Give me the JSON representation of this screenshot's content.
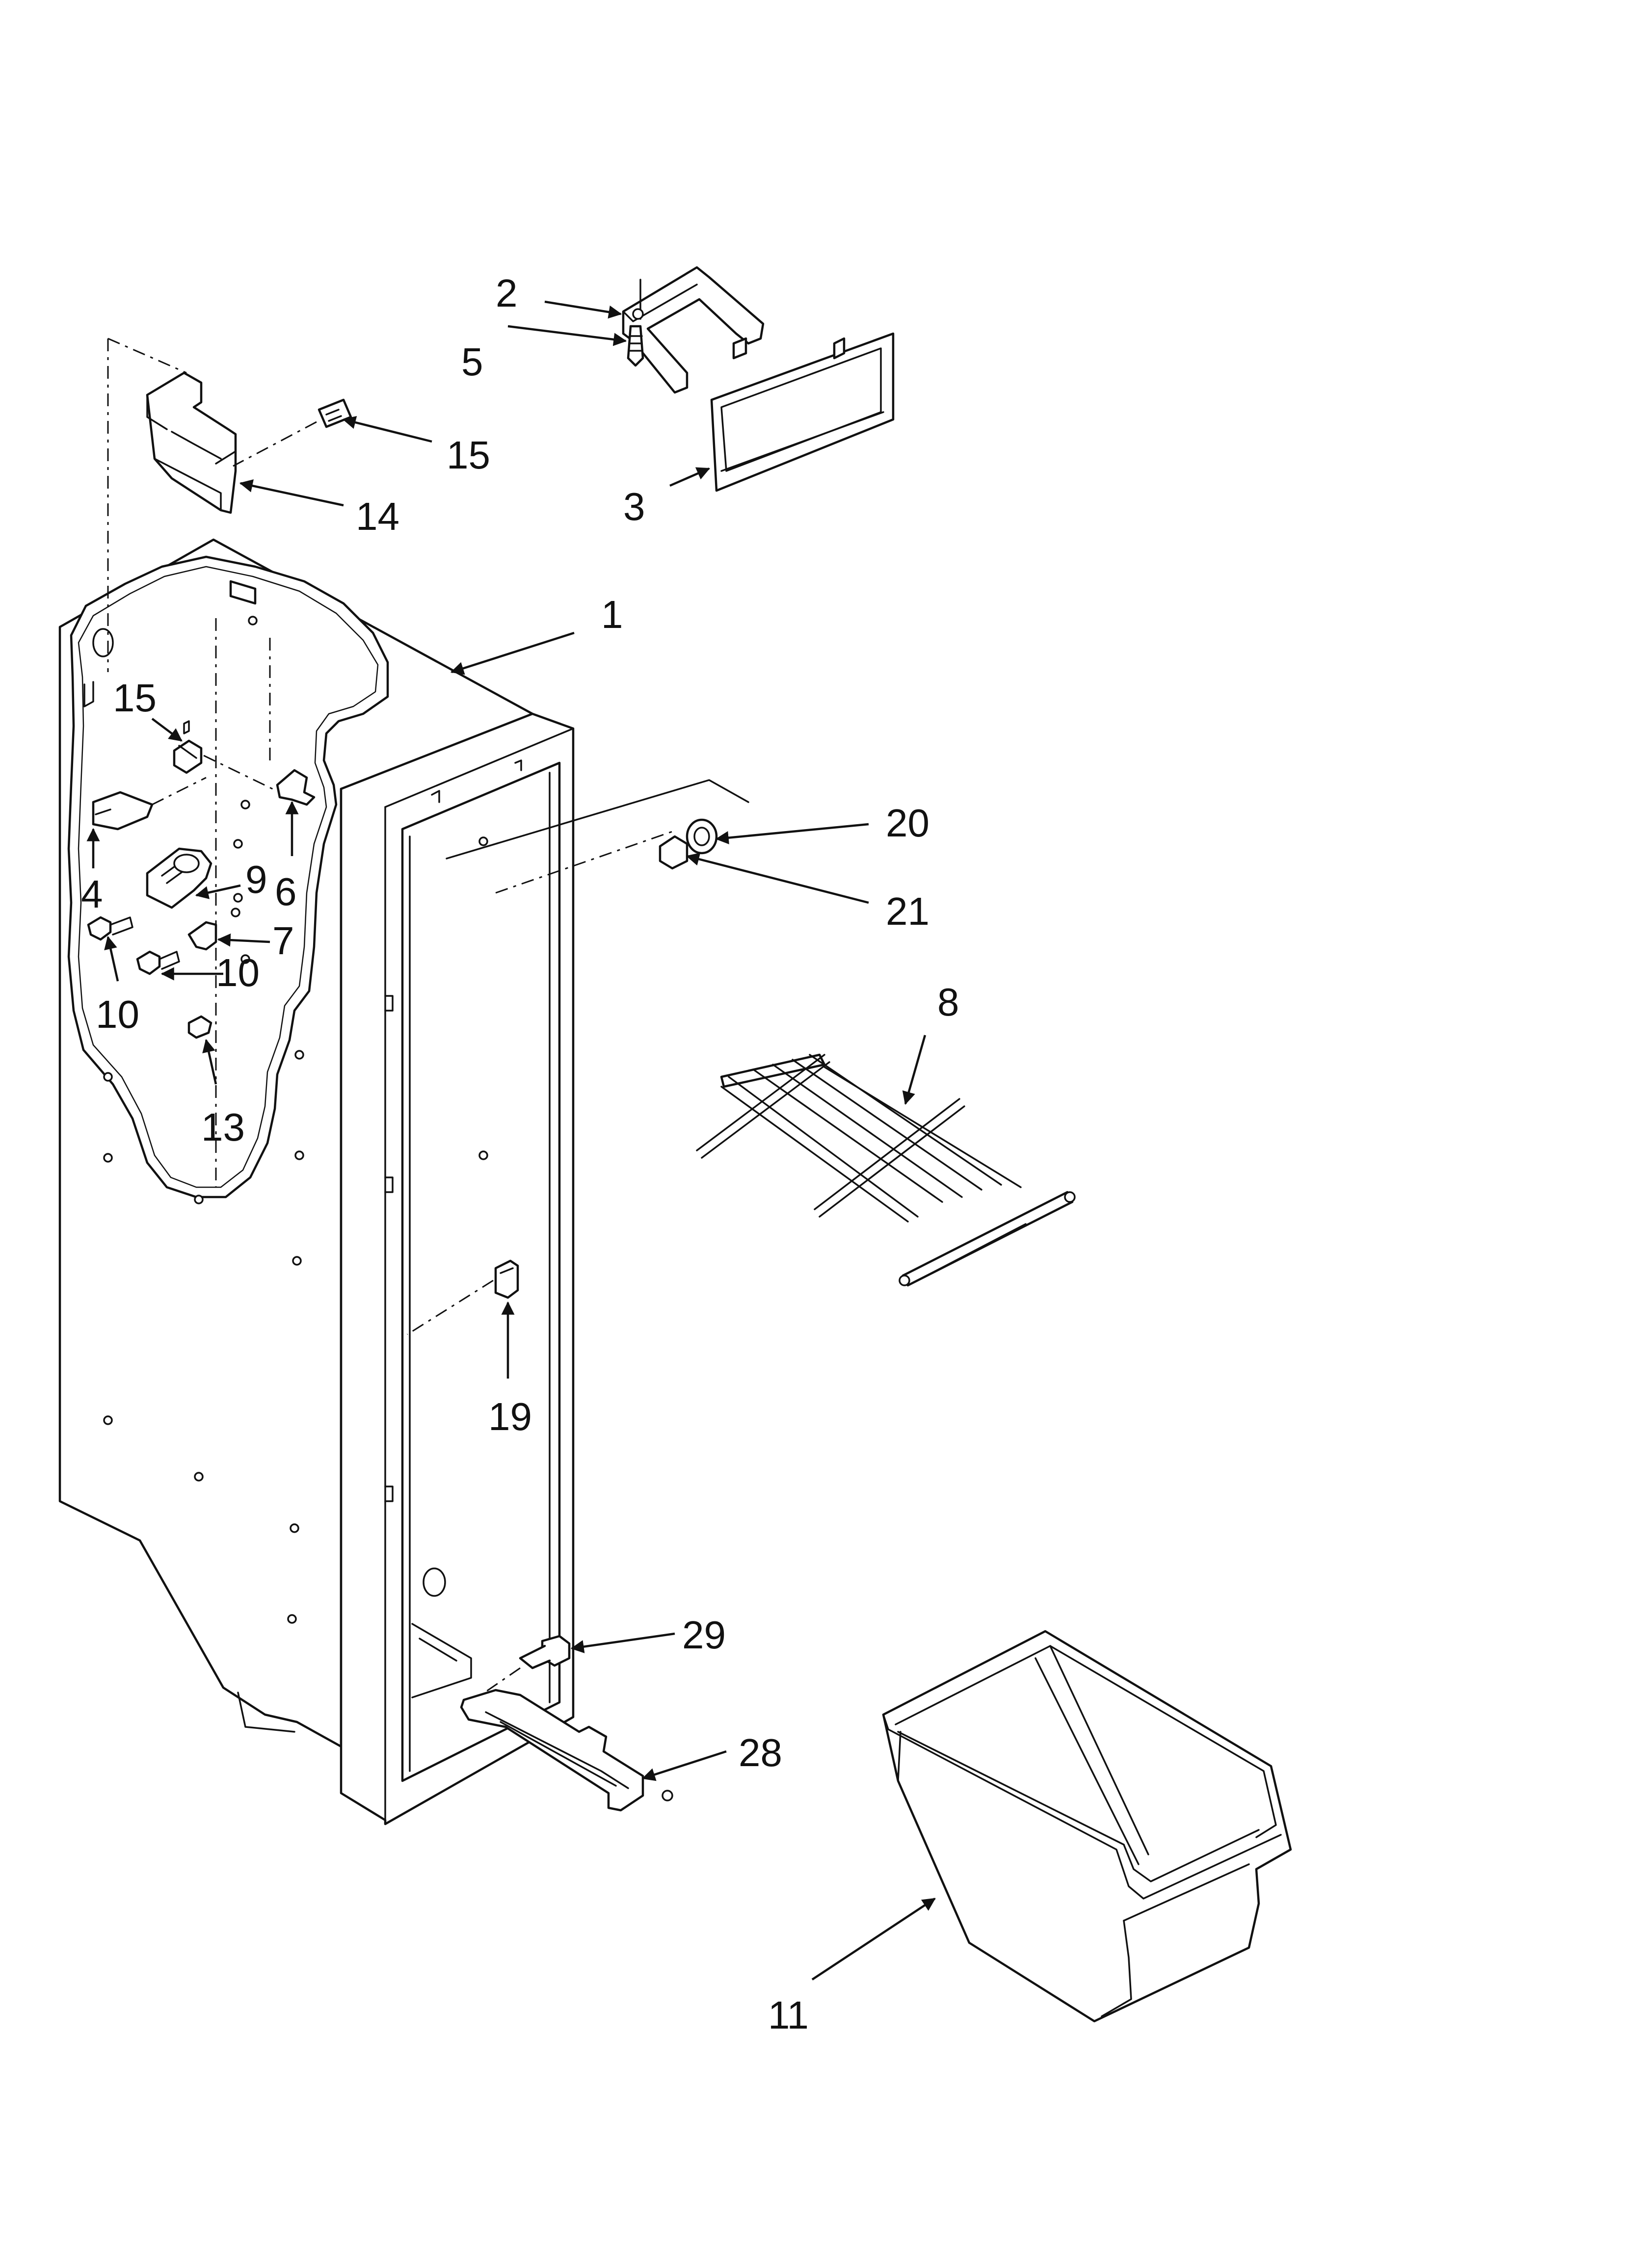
{
  "diagram": {
    "callouts": [
      {
        "id": "1",
        "label": "1"
      },
      {
        "id": "2",
        "label": "2"
      },
      {
        "id": "3",
        "label": "3"
      },
      {
        "id": "4",
        "label": "4"
      },
      {
        "id": "5",
        "label": "5"
      },
      {
        "id": "6",
        "label": "6"
      },
      {
        "id": "7",
        "label": "7"
      },
      {
        "id": "8",
        "label": "8"
      },
      {
        "id": "9",
        "label": "9"
      },
      {
        "id": "10a",
        "label": "10"
      },
      {
        "id": "10b",
        "label": "10"
      },
      {
        "id": "11",
        "label": "11"
      },
      {
        "id": "13",
        "label": "13"
      },
      {
        "id": "14",
        "label": "14"
      },
      {
        "id": "15a",
        "label": "15"
      },
      {
        "id": "15b",
        "label": "15"
      },
      {
        "id": "19",
        "label": "19"
      },
      {
        "id": "20",
        "label": "20"
      },
      {
        "id": "21",
        "label": "21"
      },
      {
        "id": "28",
        "label": "28"
      },
      {
        "id": "29",
        "label": "29"
      }
    ]
  }
}
